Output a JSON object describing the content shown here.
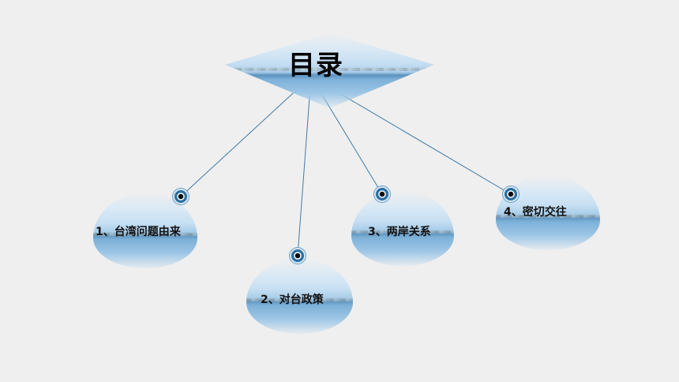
{
  "title": "目录",
  "items": [
    {
      "label": "1、台湾问题由来"
    },
    {
      "label": "2、对台政策"
    },
    {
      "label": "3、两岸关系"
    },
    {
      "label": "4、密切交往"
    }
  ],
  "colors": {
    "background": "#efefef",
    "line": "#3f7ba9",
    "node_ring": "#2a6fa3"
  },
  "icons": [
    "target-node-icon"
  ]
}
